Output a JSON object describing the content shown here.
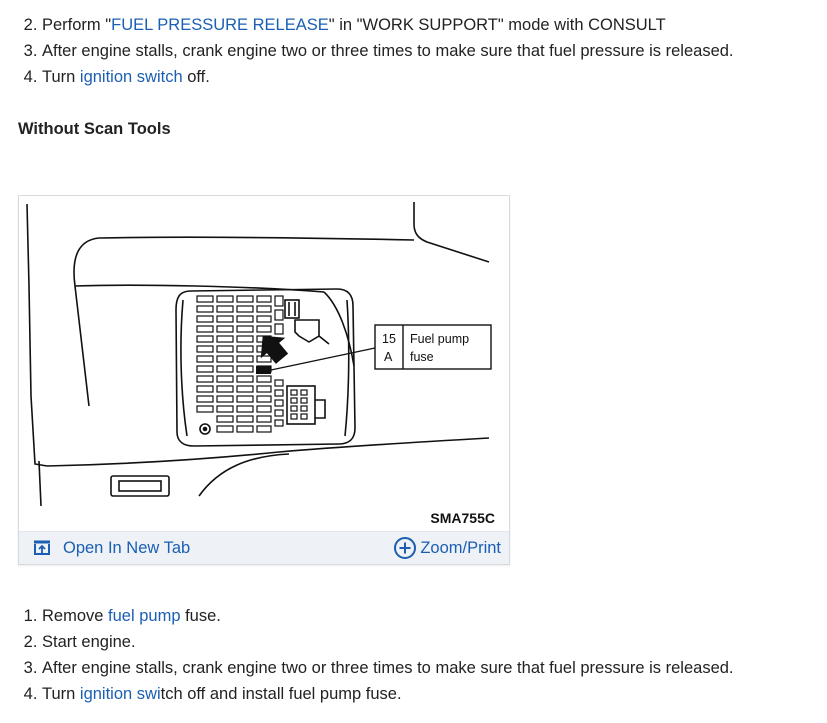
{
  "steps_top": [
    {
      "number": "2",
      "pre": "Perform \"",
      "link": "FUEL PRESSURE RELEASE",
      "post": "\" in \"WORK SUPPORT\" mode with CONSULT"
    },
    {
      "number": "3",
      "pre": "After engine stalls, crank engine two or three times to make sure that fuel pressure is released.",
      "link": "",
      "post": ""
    },
    {
      "number": "4",
      "pre": "Turn ",
      "link": "ignition switch",
      "post": " off."
    }
  ],
  "subheading": "Without Scan Tools",
  "figure": {
    "callout": {
      "fuse_rating_top": "15",
      "fuse_rating_bottom": "A",
      "label_line1": "Fuel pump",
      "label_line2": "fuse"
    },
    "caption_code": "SMA755C",
    "toolbar": {
      "open_label": "Open In New Tab",
      "open_icon": "open-new-tab-icon",
      "zoom_label": "Zoom/Print",
      "zoom_icon": "plus-circle-icon"
    }
  },
  "steps_bottom": [
    {
      "number": "1",
      "pre": "Remove ",
      "link": "fuel pump",
      "post": " fuse."
    },
    {
      "number": "2",
      "pre": "Start engine.",
      "link": "",
      "post": ""
    },
    {
      "number": "3",
      "pre": "After engine stalls, crank engine two or three times to make sure that fuel pressure is released.",
      "link": "",
      "post": ""
    },
    {
      "number": "4",
      "pre": "Turn ",
      "link": "ignition swi",
      "post": "tch off and install fuel pump fuse."
    }
  ],
  "colors": {
    "link": "#1a5fb4",
    "text": "#222222",
    "toolbar_bg": "#eef1f5"
  }
}
